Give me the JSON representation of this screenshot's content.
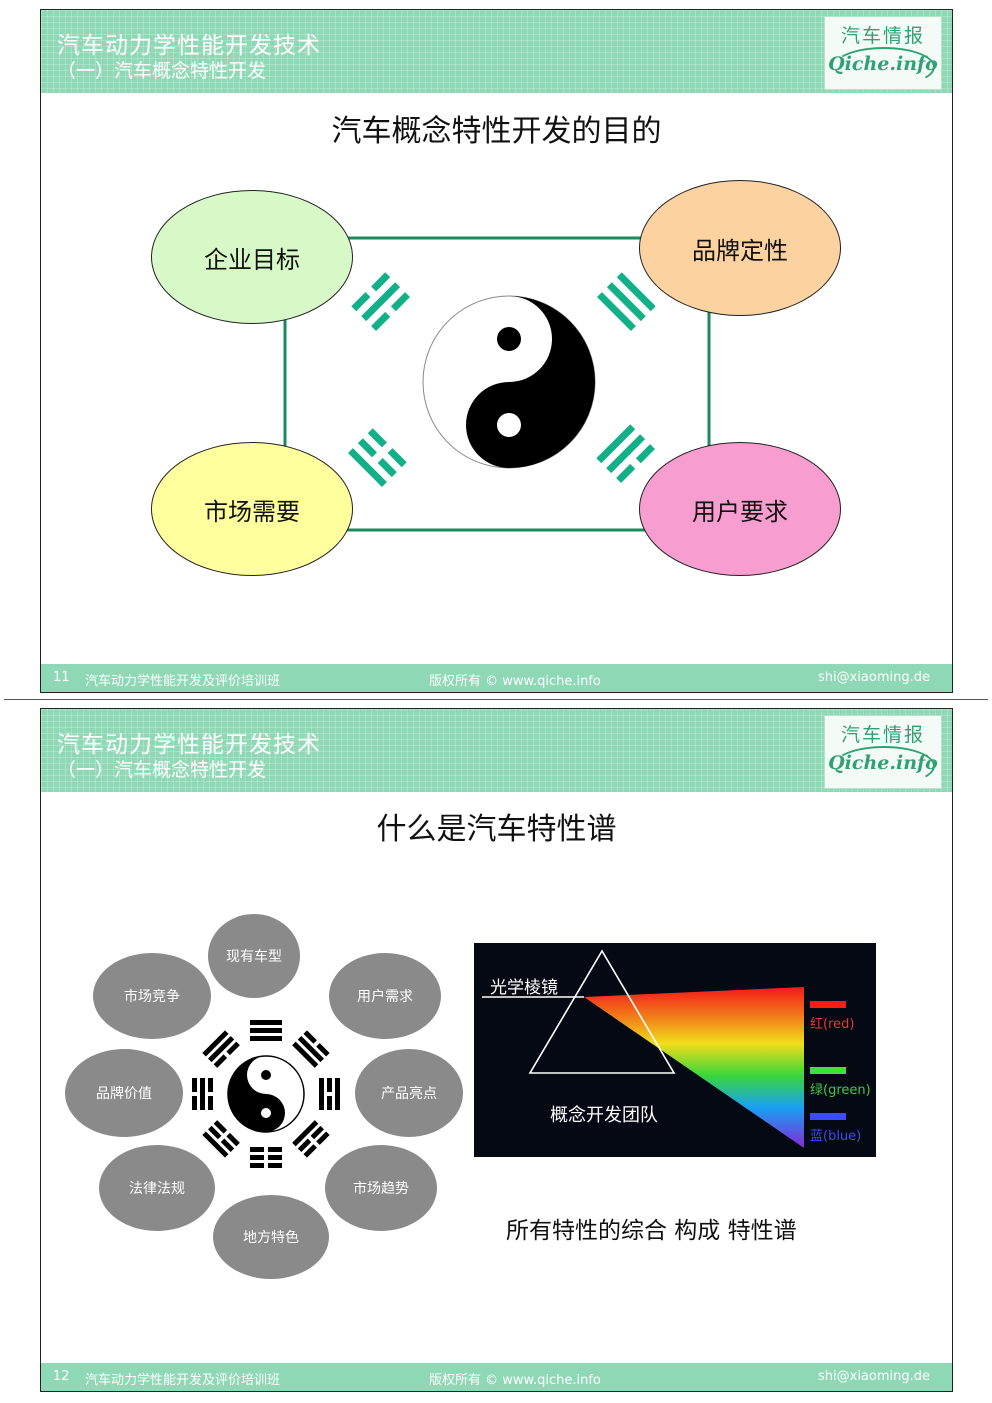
{
  "slides": [
    {
      "header_title": "汽车动力学性能开发技术",
      "header_subtitle": "（一）汽车概念特性开发",
      "logo_cn": "汽车情报",
      "logo_en": "Qiche.info",
      "heading": "汽车概念特性开发的目的",
      "ellipses": [
        {
          "label": "企业目标",
          "color": "#d7f9c8"
        },
        {
          "label": "品牌定性",
          "color": "#fcd2a0"
        },
        {
          "label": "市场需要",
          "color": "#ffff9e"
        },
        {
          "label": "用户要求",
          "color": "#f79dcf"
        }
      ],
      "footer": {
        "page": "11",
        "course": "汽车动力学性能开发及评价培训班",
        "copyright": "版权所有 © www.qiche.info",
        "email": "shi@xiaoming.de"
      }
    },
    {
      "header_title": "汽车动力学性能开发技术",
      "header_subtitle": "（一）汽车概念特性开发",
      "logo_cn": "汽车情报",
      "logo_en": "Qiche.info",
      "heading": "什么是汽车特性谱",
      "bagua_circles": [
        "现有车型",
        "用户需求",
        "产品亮点",
        "市场趋势",
        "地方特色",
        "法律法规",
        "品牌价值",
        "市场竞争"
      ],
      "prism": {
        "label": "光学棱镜",
        "team": "概念开发团队",
        "red": "红(red)",
        "green": "绿(green)",
        "blue": "蓝(blue)"
      },
      "caption": "所有特性的综合  构成  特性谱",
      "footer": {
        "page": "12",
        "course": "汽车动力学性能开发及评价培训班",
        "copyright": "版权所有 © www.qiche.info",
        "email": "shi@xiaoming.de"
      }
    }
  ]
}
